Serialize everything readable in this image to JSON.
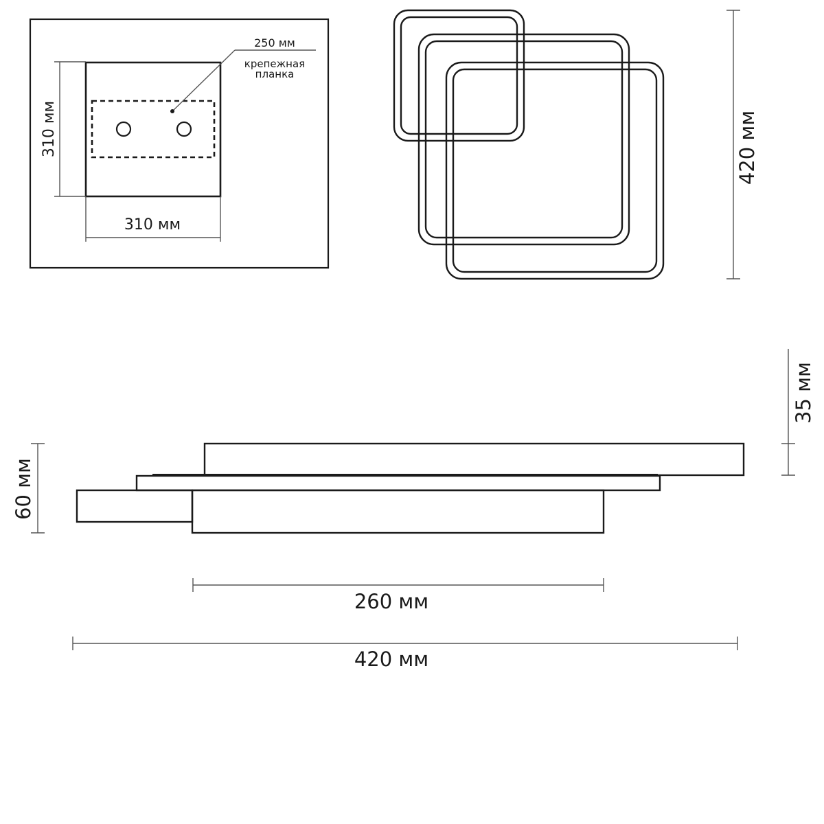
{
  "mount_view": {
    "width_label": "310 мм",
    "height_label": "310 мм",
    "plate_length_label": "250 мм",
    "plate_caption_line1": "крепежная",
    "plate_caption_line2": "планка"
  },
  "top_view": {
    "height_label": "420 мм"
  },
  "side_view": {
    "total_height_label": "60 мм",
    "top_frame_label": "35 мм",
    "inner_width_label": "260 мм",
    "total_width_label": "420 мм"
  }
}
